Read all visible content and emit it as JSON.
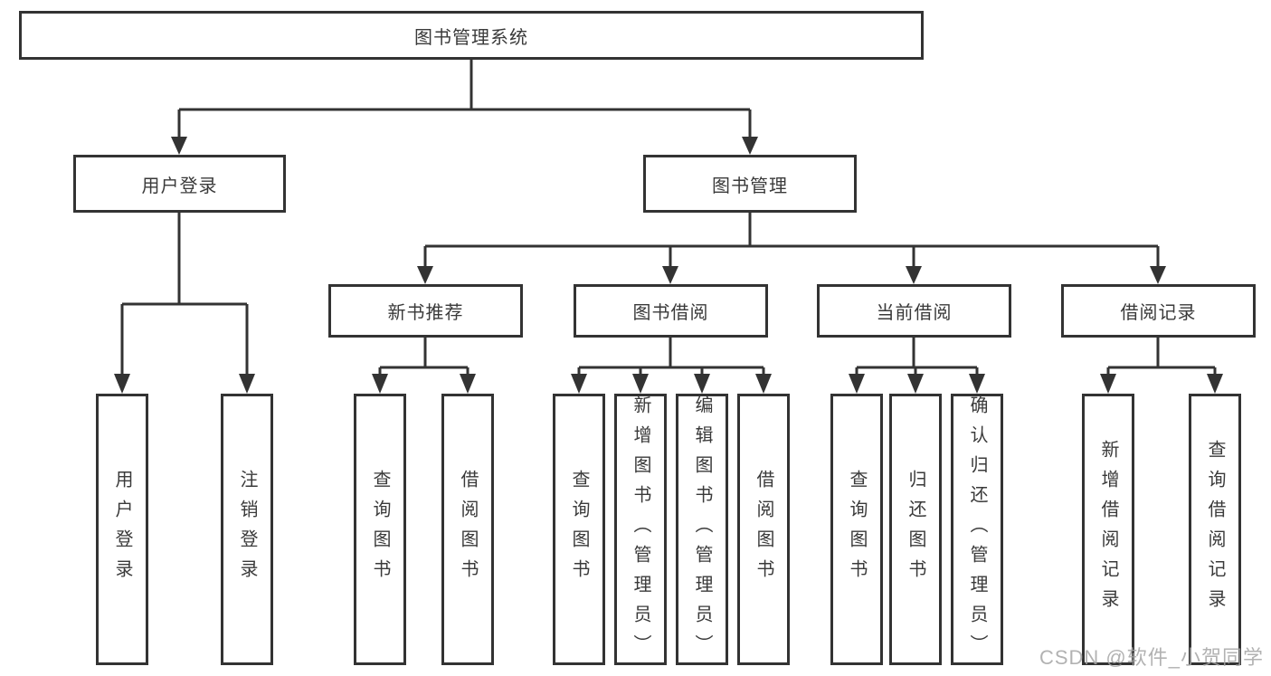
{
  "root": {
    "label": "图书管理系统"
  },
  "branches": [
    {
      "label": "用户登录",
      "children": [
        {
          "label": "用户登录"
        },
        {
          "label": "注销登录"
        }
      ]
    },
    {
      "label": "图书管理",
      "children": [
        {
          "label": "新书推荐",
          "children": [
            {
              "label": "查询图书"
            },
            {
              "label": "借阅图书"
            }
          ]
        },
        {
          "label": "图书借阅",
          "children": [
            {
              "label": "查询图书"
            },
            {
              "label": "新增图书（管理员）"
            },
            {
              "label": "编辑图书（管理员）"
            },
            {
              "label": "借阅图书"
            }
          ]
        },
        {
          "label": "当前借阅",
          "children": [
            {
              "label": "查询图书"
            },
            {
              "label": "归还图书"
            },
            {
              "label": "确认归还（管理员）"
            }
          ]
        },
        {
          "label": "借阅记录",
          "children": [
            {
              "label": "新增借阅记录"
            },
            {
              "label": "查询借阅记录"
            }
          ]
        }
      ]
    }
  ],
  "watermark": {
    "text": "CSDN @软件_小贺同学"
  },
  "colors": {
    "line": "#333333",
    "box_border": "#333333",
    "text": "#3a3a3a",
    "watermark": "#a5a5a5"
  }
}
